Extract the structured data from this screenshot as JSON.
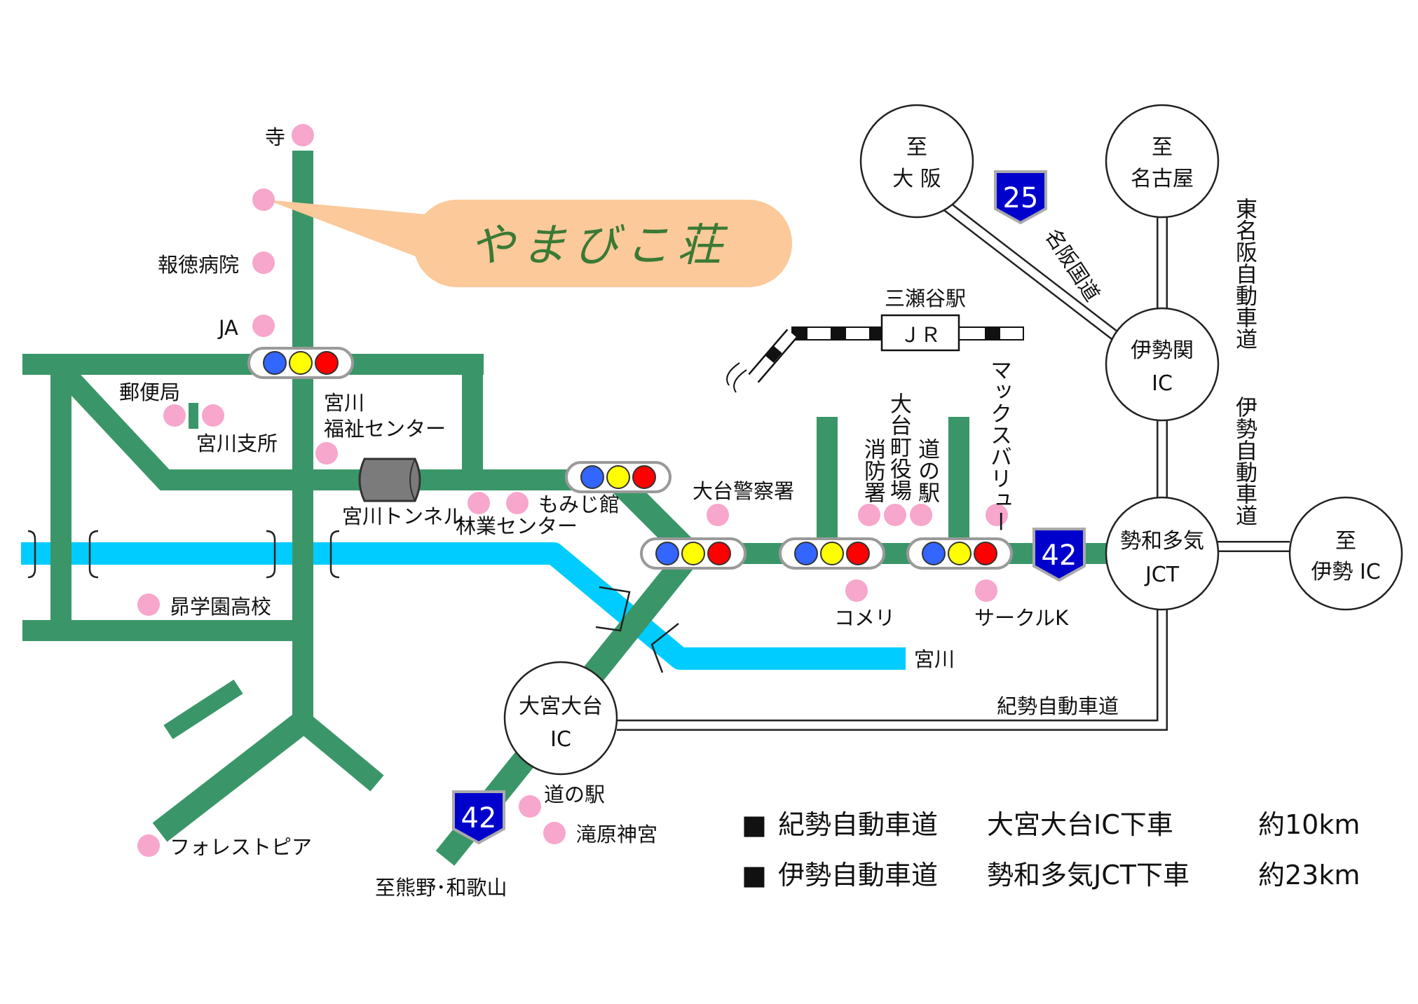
{
  "inn_name": "やまびこ荘",
  "places": {
    "temple": "寺",
    "hotoku_hospital": "報徳病院",
    "ja": "JA",
    "post_office": "郵便局",
    "miyagawa_branch": "宮川支所",
    "welfare_center_1": "宮川",
    "welfare_center_2": "福祉センター",
    "tunnel": "宮川トンネル",
    "forestry_center": "林業センター",
    "momiji_kan": "もみじ館",
    "police": "大台警察署",
    "fire_station": "消防署",
    "town_office": "大台町役場",
    "michinoeki_1": "道の駅",
    "max_valu": "マックスバリュー",
    "komeri": "コメリ",
    "circle_k": "サークルK",
    "river": "宮川",
    "high_school": "昴学園高校",
    "forest_pia": "フォレストピア",
    "michinoeki_2": "道の駅",
    "takihara_shrine": "滝原神宮",
    "to_kumano": "至熊野･和歌山",
    "station": "三瀬谷駅",
    "jr": "ＪＲ"
  },
  "circles": {
    "osaka_1": "至",
    "osaka_2": "大 阪",
    "nagoya_1": "至",
    "nagoya_2": "名古屋",
    "iseseki_1": "伊勢関",
    "iseseki_2": "IC",
    "seiwa_1": "勢和多気",
    "seiwa_2": "JCT",
    "ise_1": "至",
    "ise_2": "伊勢 IC",
    "omiya_1": "大宮大台",
    "omiya_2": "IC"
  },
  "expressways": {
    "meihan": "名阪国道",
    "higashi_meihan": "東名阪自動車道",
    "ise": "伊勢自動車道",
    "kisei": "紀勢自動車道"
  },
  "route_numbers": {
    "r25": "25",
    "r42_east": "42",
    "r42_south": "42"
  },
  "legend": [
    {
      "bullet": "■",
      "road": "紀勢自動車道",
      "exit": "大宮大台IC下車",
      "distance": "約10km"
    },
    {
      "bullet": "■",
      "road": "伊勢自動車道",
      "exit": "勢和多気JCT下車",
      "distance": "約23km"
    }
  ],
  "colors": {
    "road": "#3a9668",
    "river": "#00ccff",
    "poi": "#f7a6cc",
    "callout": "#fbc99a",
    "inn_text": "#3a7a35",
    "signal_blue": "#3366ff",
    "signal_yellow": "#ffff00",
    "signal_red": "#ff0000",
    "shield": "#0000cc"
  }
}
